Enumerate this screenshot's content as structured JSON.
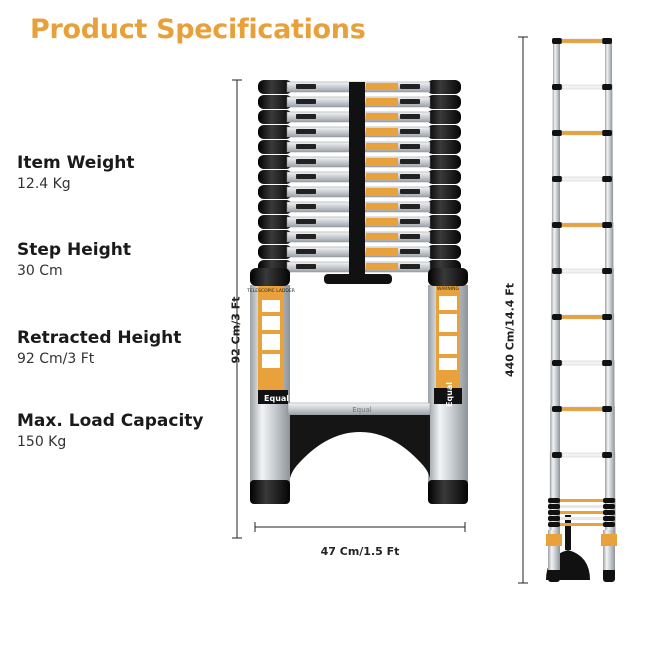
{
  "title": "Product Specifications",
  "specs": [
    {
      "label": "Item Weight",
      "value": "12.4 Kg"
    },
    {
      "label": "Step Height",
      "value": "30 Cm"
    },
    {
      "label": "Retracted Height",
      "value": "92 Cm/3 Ft"
    },
    {
      "label": "Max. Load Capacity",
      "value": "150 Kg"
    }
  ],
  "dimensions": {
    "retracted_height": "92 Cm/3 Ft",
    "extended_height": "440 Cm/14.4 Ft",
    "width": "47 Cm/1.5 Ft"
  },
  "ladder_labels": {
    "brand": "Equal",
    "left_sticker": "TELESCOPIC LADDER",
    "right_sticker": "WARNING"
  },
  "colors": {
    "accent": "#e8a13a",
    "black": "#111111",
    "aluminum": "#d4d7da"
  }
}
